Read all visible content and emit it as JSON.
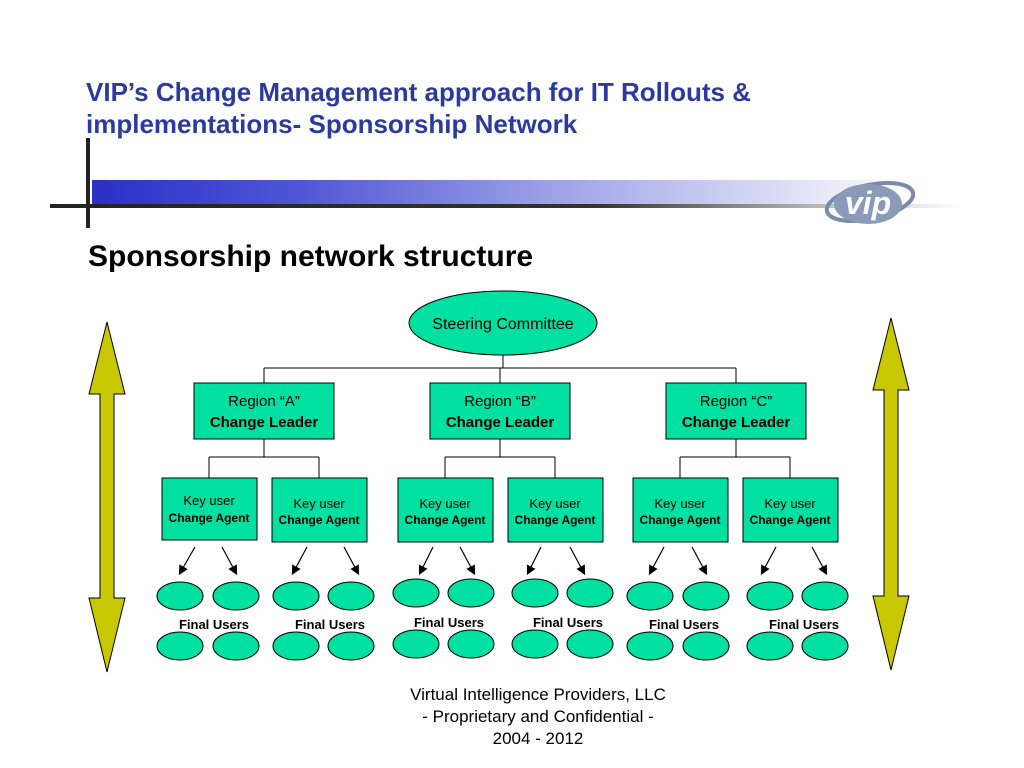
{
  "slide": {
    "title": "VIP’s Change Management approach for IT Rollouts & implementations- Sponsorship Network",
    "subtitle": "Sponsorship network structure",
    "logo_text": "vip"
  },
  "diagram": {
    "root": "Steering Committee",
    "regions": [
      {
        "label": "Region “A”",
        "role": "Change Leader"
      },
      {
        "label": "Region “B”",
        "role": "Change Leader"
      },
      {
        "label": "Region “C”",
        "role": "Change Leader"
      }
    ],
    "agents": [
      {
        "label": "Key user",
        "role": "Change Agent"
      },
      {
        "label": "Key user",
        "role": "Change Agent"
      },
      {
        "label": "Key user",
        "role": "Change Agent"
      },
      {
        "label": "Key user",
        "role": "Change Agent"
      },
      {
        "label": "Key user",
        "role": "Change Agent"
      },
      {
        "label": "Key user",
        "role": "Change Agent"
      }
    ],
    "final_users": [
      "Final Users",
      "Final Users",
      "Final Users",
      "Final Users",
      "Final Users",
      "Final Users"
    ]
  },
  "footer": {
    "line1": "Virtual Intelligence Providers, LLC",
    "line2": "- Proprietary and Confidential -",
    "line3": "2004 - 2012"
  },
  "colors": {
    "title": "#2b3a9e",
    "node_fill": "#00e0a0",
    "arrow_fill": "#c8c800"
  }
}
